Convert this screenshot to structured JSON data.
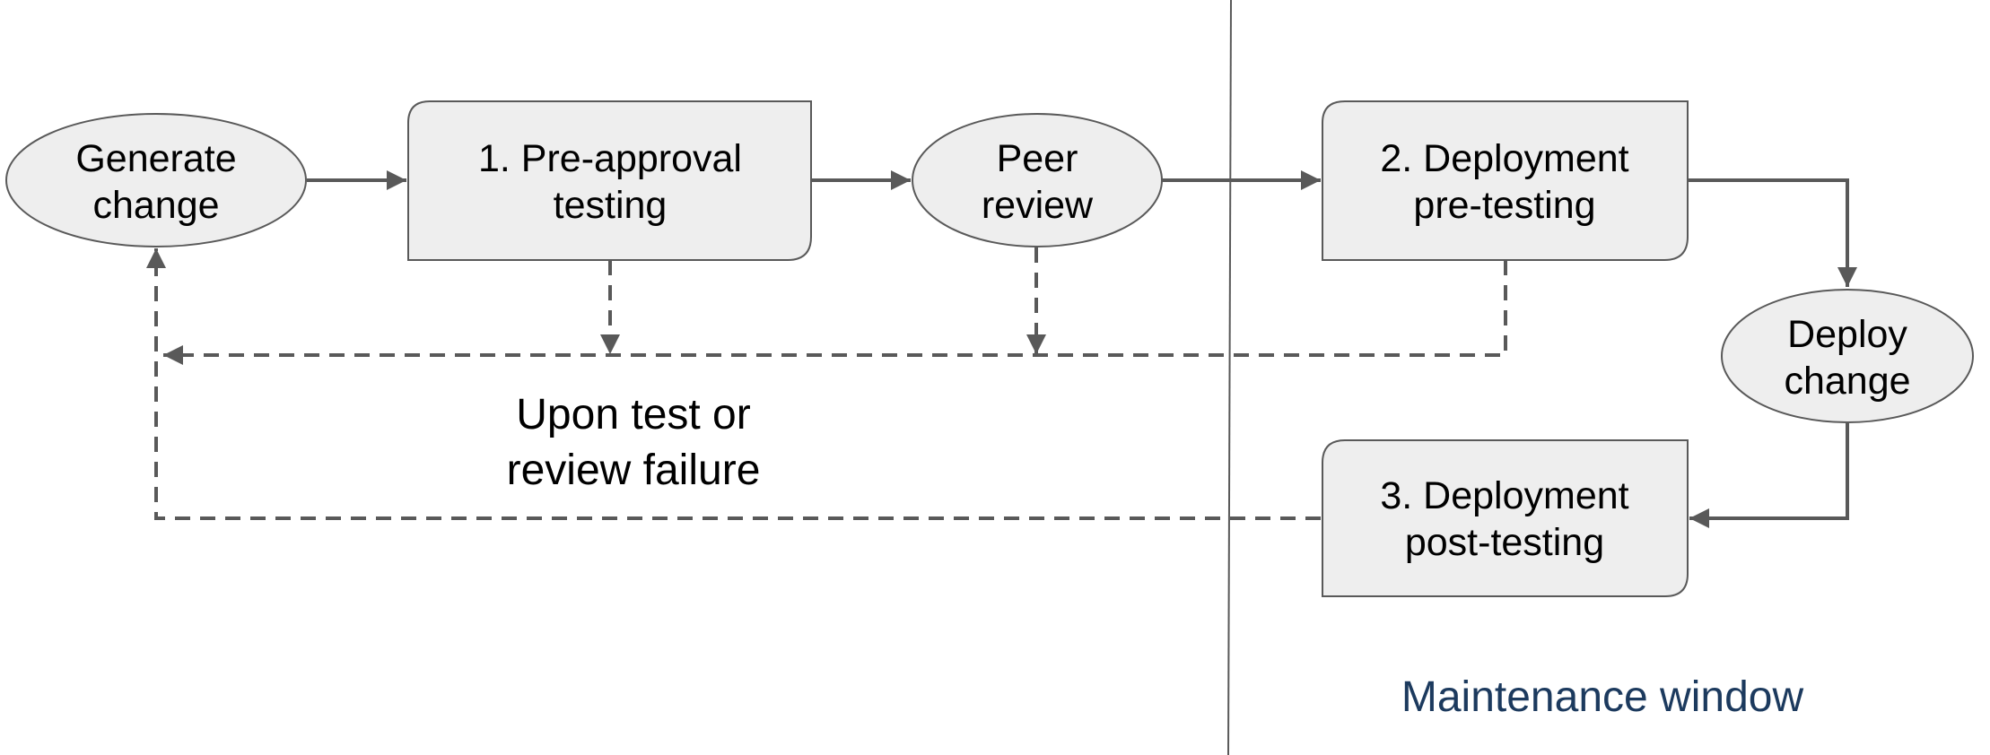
{
  "colors": {
    "node_fill": "#eeeeee",
    "node_stroke": "#595959",
    "connector": "#595959",
    "divider": "#595959",
    "window_label": "#1c3a5e",
    "text": "#000000"
  },
  "nodes": {
    "generate_change": {
      "shape": "ellipse",
      "line1": "Generate",
      "line2": "change"
    },
    "pre_approval_testing": {
      "shape": "rounded-box",
      "line1": "1. Pre-approval",
      "line2": "testing"
    },
    "peer_review": {
      "shape": "ellipse",
      "line1": "Peer",
      "line2": "review"
    },
    "deployment_pre_testing": {
      "shape": "rounded-box",
      "line1": "2. Deployment",
      "line2": "pre-testing"
    },
    "deploy_change": {
      "shape": "ellipse",
      "line1": "Deploy",
      "line2": "change"
    },
    "deployment_post_testing": {
      "shape": "rounded-box",
      "line1": "3. Deployment",
      "line2": "post-testing"
    }
  },
  "failure_label": {
    "line1": "Upon test or",
    "line2": "review failure"
  },
  "maintenance_window_label": "Maintenance window",
  "edges": [
    {
      "from": "generate_change",
      "to": "pre_approval_testing",
      "style": "solid"
    },
    {
      "from": "pre_approval_testing",
      "to": "peer_review",
      "style": "solid"
    },
    {
      "from": "peer_review",
      "to": "deployment_pre_testing",
      "style": "solid"
    },
    {
      "from": "deployment_pre_testing",
      "to": "deploy_change",
      "style": "solid"
    },
    {
      "from": "deploy_change",
      "to": "deployment_post_testing",
      "style": "solid"
    },
    {
      "from": "pre_approval_testing",
      "to": "failure_line",
      "style": "dashed"
    },
    {
      "from": "peer_review",
      "to": "failure_line",
      "style": "dashed"
    },
    {
      "from": "deployment_pre_testing",
      "to": "failure_line",
      "style": "dashed"
    },
    {
      "from": "deployment_post_testing",
      "to": "generate_change",
      "style": "dashed"
    }
  ]
}
